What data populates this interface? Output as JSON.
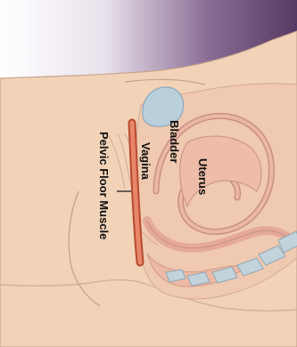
{
  "diagram": {
    "labels": {
      "bladder": "Bladder",
      "uterus": "Uterus",
      "vagina": "Vagina",
      "pelvic_floor": "Pelvic Floor Muscle"
    },
    "colors": {
      "background_left": "#ffffff",
      "background_right": "#5a3d66",
      "skin": "#f2d3b8",
      "skin_outline": "#c8a48c",
      "organ": "#eab8a4",
      "organ_outline": "#c98f86",
      "bladder": "#b9cfdc",
      "spine": "#c3d3dc",
      "vagina": "#d86a48"
    }
  }
}
